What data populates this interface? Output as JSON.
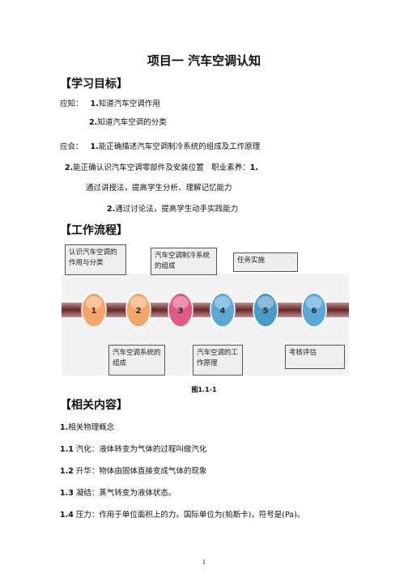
{
  "title": "项目一 汽车空调认知",
  "sections": {
    "objectives": "【学习目标】",
    "workflow": "【工作流程】",
    "related": "【相关内容】"
  },
  "objectives": {
    "know_label": "应知：",
    "know_1_num": "1.",
    "know_1_text": "知道汽车空调作用",
    "know_2_num": "2.",
    "know_2_text": "知道汽车空调的分类",
    "should_label": "应会：",
    "should_1_num": "1.",
    "should_1_text": "能正确描述汽车空调制冷系统的组成及工作原理",
    "should_2_num": "2.",
    "should_2_text": "能正确认识汽车空调零部件及安装位置　职业素养：",
    "quality_1_num": "1.",
    "quality_1_text": "通过讲授法，提高学生分析、理解记忆能力",
    "quality_2_num": "2.",
    "quality_2_text": "通过讨论法，提高学生动手实践能力"
  },
  "flow": {
    "steps": [
      "1",
      "2",
      "3",
      "4",
      "5",
      "6"
    ],
    "boxes": {
      "b1": "认识汽车空调的作用与分类",
      "b2": "汽车空调系统的组成",
      "b3": "汽车空调制冷系统的组成",
      "b4": "汽车空调的工作原理",
      "b5": "任务实施",
      "b6": "考核评估"
    },
    "colors": {
      "c1": "#f4a66a",
      "c2": "#f4a66a",
      "c3": "#e05a86",
      "c4": "#5aa8d8",
      "c5": "#4a9ac8",
      "c6": "#5aa8d8",
      "band": "#7a2e2e"
    }
  },
  "caption": "图1.1-1",
  "related": {
    "r1_num": "1.",
    "r1_text": "相关物理概念",
    "r11_num": "1.1",
    "r11_text": "汽化：液体转变为气体的过程叫做汽化",
    "r12_num": "1.2",
    "r12_text": "升华：物体由固体直接变成气体的现象",
    "r13_num": "1.3",
    "r13_text": "凝结：蒸气转变为液体状态。",
    "r14_num": "1.4",
    "r14_text": "压力：作用于单位面积上的力。国际单位为(帕斯卡)，符号是",
    "r14_unit": "(Pa)",
    "r14_end": "。"
  },
  "page_number": "1"
}
